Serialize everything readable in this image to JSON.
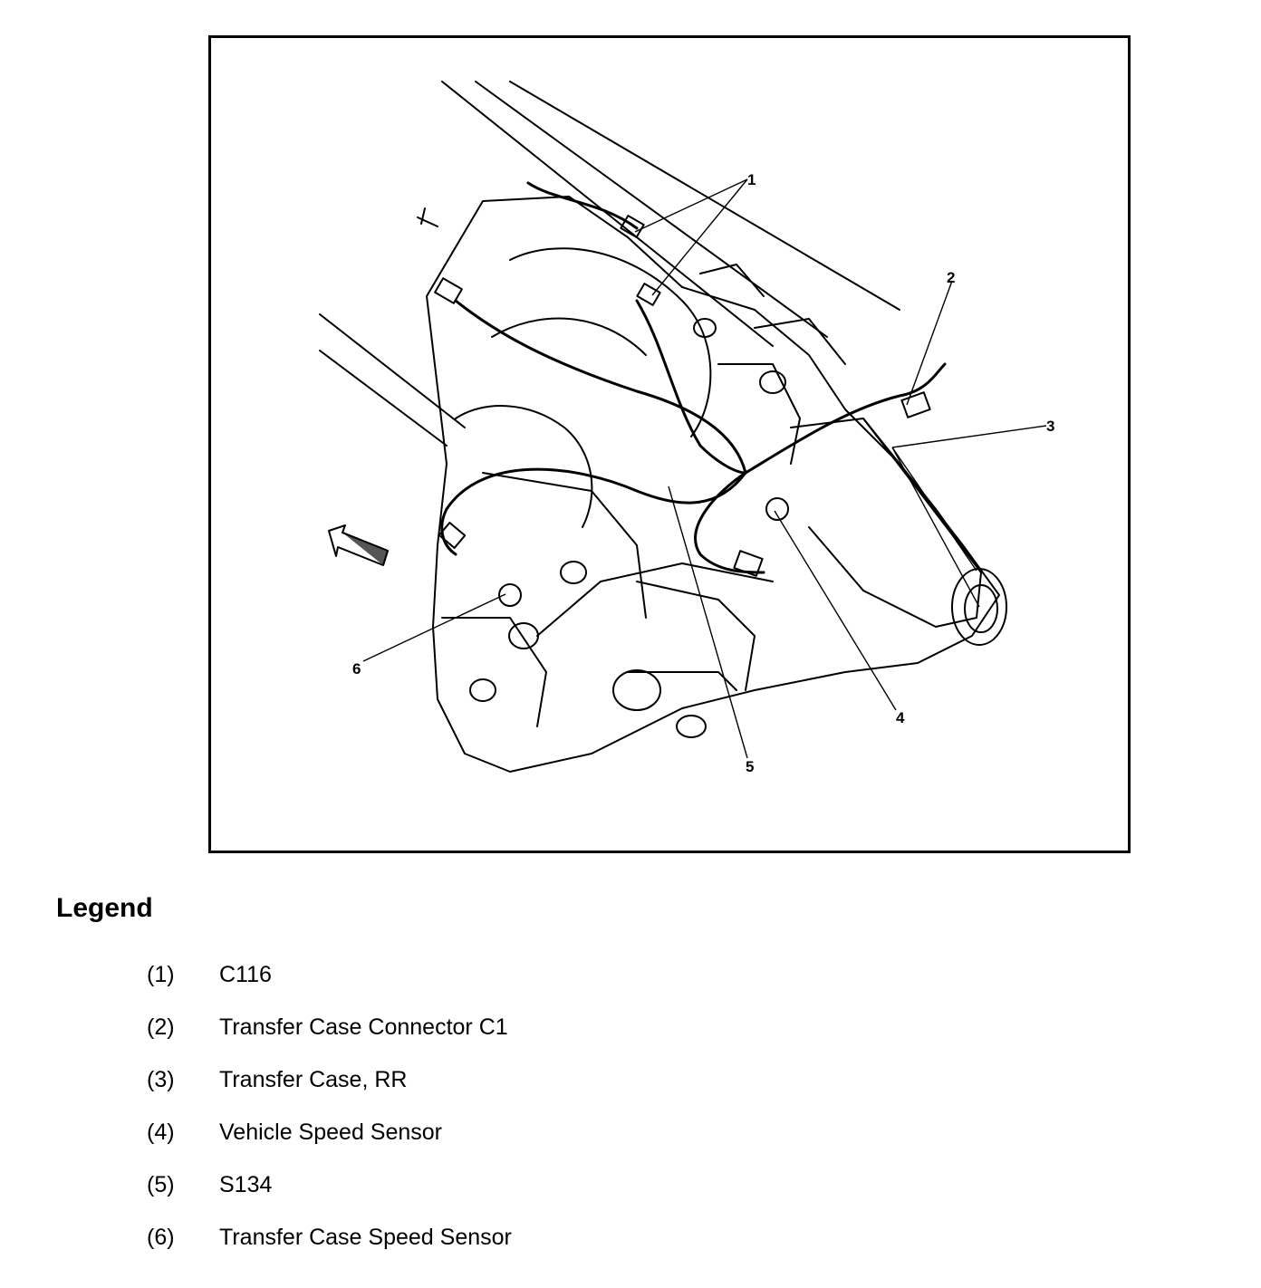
{
  "callouts": [
    "1",
    "2",
    "3",
    "4",
    "5",
    "6"
  ],
  "legend": {
    "title": "Legend",
    "items": [
      {
        "num": "(1)",
        "text": "C116"
      },
      {
        "num": "(2)",
        "text": "Transfer Case Connector C1"
      },
      {
        "num": "(3)",
        "text": "Transfer Case, RR"
      },
      {
        "num": "(4)",
        "text": "Vehicle Speed Sensor"
      },
      {
        "num": "(5)",
        "text": "S134"
      },
      {
        "num": "(6)",
        "text": "Transfer Case Speed Sensor"
      }
    ]
  },
  "icons": {
    "direction_arrow": "front-direction-arrow-icon"
  }
}
